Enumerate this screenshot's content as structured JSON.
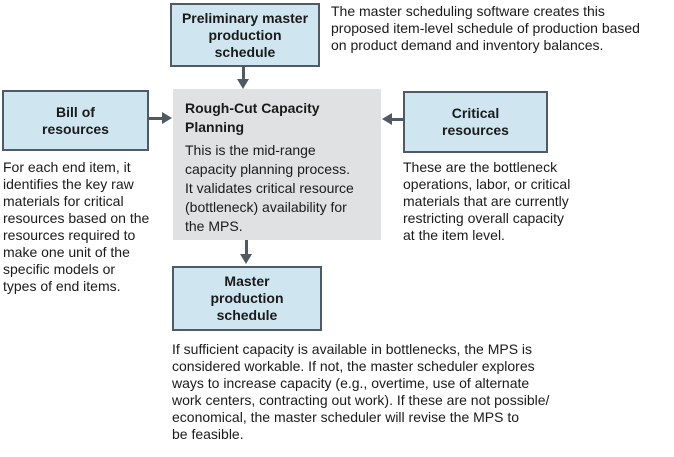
{
  "diagram": {
    "title_semantic": "Rough-Cut Capacity Planning flow diagram",
    "boxes": {
      "preliminary_mps": {
        "label": "Preliminary master\nproduction\nschedule"
      },
      "bill_of_resources": {
        "label": "Bill of\nresources"
      },
      "critical_resources": {
        "label": "Critical\nresources"
      },
      "rccp": {
        "title": "Rough-Cut Capacity\nPlanning",
        "body": "This is the mid-range\ncapacity planning process.\nIt validates critical resource\n(bottleneck) availability for\nthe MPS."
      },
      "master_schedule": {
        "label": "Master\nproduction\nschedule"
      }
    },
    "notes": {
      "top_right": "The master scheduling software creates this\nproposed item-level schedule of production based\non product demand and inventory balances.",
      "left": "For each end item, it\nidentifies the key raw\nmaterials for critical\nresources based on the\nresources required to\nmake one unit of the\nspecific models or\ntypes of end items.",
      "right": "These are the bottleneck\noperations, labor, or critical\nmaterials that are currently\nrestricting overall capacity\nat the item level.",
      "bottom": "If sufficient capacity is available in bottlenecks, the MPS is\nconsidered workable. If not, the master scheduler explores\nways to increase capacity (e.g., overtime, use of alternate\nwork centers, contracting out work). If these are not possible/\neconomical, the master scheduler will revise the MPS to\nbe feasible."
    },
    "colors": {
      "box_fill": "#cfe6f1",
      "box_border": "#4f5a64",
      "process_fill": "#dfe1e2",
      "arrow": "#4f5a64",
      "text": "#1a1a1a",
      "background": "#ffffff"
    }
  }
}
